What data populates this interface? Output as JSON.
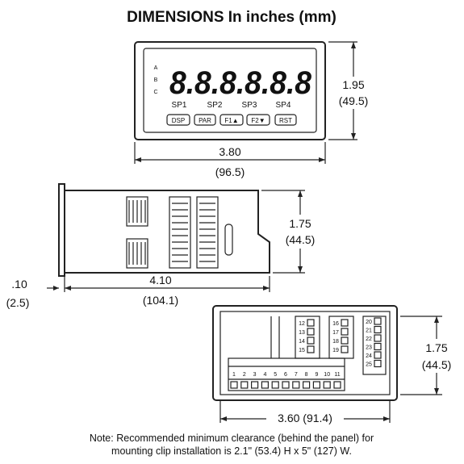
{
  "title": "DIMENSIONS  In inches (mm)",
  "front_view": {
    "indicators": [
      "A",
      "B",
      "C"
    ],
    "display_digits": "8.8.8.8.8.8",
    "setpoints": [
      "SP1",
      "SP2",
      "SP3",
      "SP4"
    ],
    "buttons": [
      "DSP",
      "PAR",
      "F1▲",
      "F2▼",
      "RST"
    ],
    "width_in": "3.80",
    "width_mm": "(96.5)",
    "height_in": "1.95",
    "height_mm": "(49.5)"
  },
  "side_view": {
    "depth_in": "4.10",
    "depth_mm": "(104.1)",
    "bezel_in": ".10",
    "bezel_mm": "(2.5)",
    "height_in": "1.75",
    "height_mm": "(44.5)"
  },
  "rear_view": {
    "width_label": "3.60 (91.4)",
    "height_in": "1.75",
    "height_mm": "(44.5)",
    "bottom_terminals": [
      "1",
      "2",
      "3",
      "4",
      "5",
      "6",
      "7",
      "8",
      "9",
      "10",
      "11"
    ],
    "col1_terminals": [
      "12",
      "13",
      "14",
      "15"
    ],
    "col2_terminals": [
      "16",
      "17",
      "18",
      "19"
    ],
    "col3_terminals": [
      "20",
      "21",
      "22",
      "23",
      "24",
      "25"
    ]
  },
  "note_line1": "Note: Recommended minimum clearance (behind the panel) for",
  "note_line2": "mounting clip installation is 2.1\" (53.4) H x 5\" (127) W."
}
